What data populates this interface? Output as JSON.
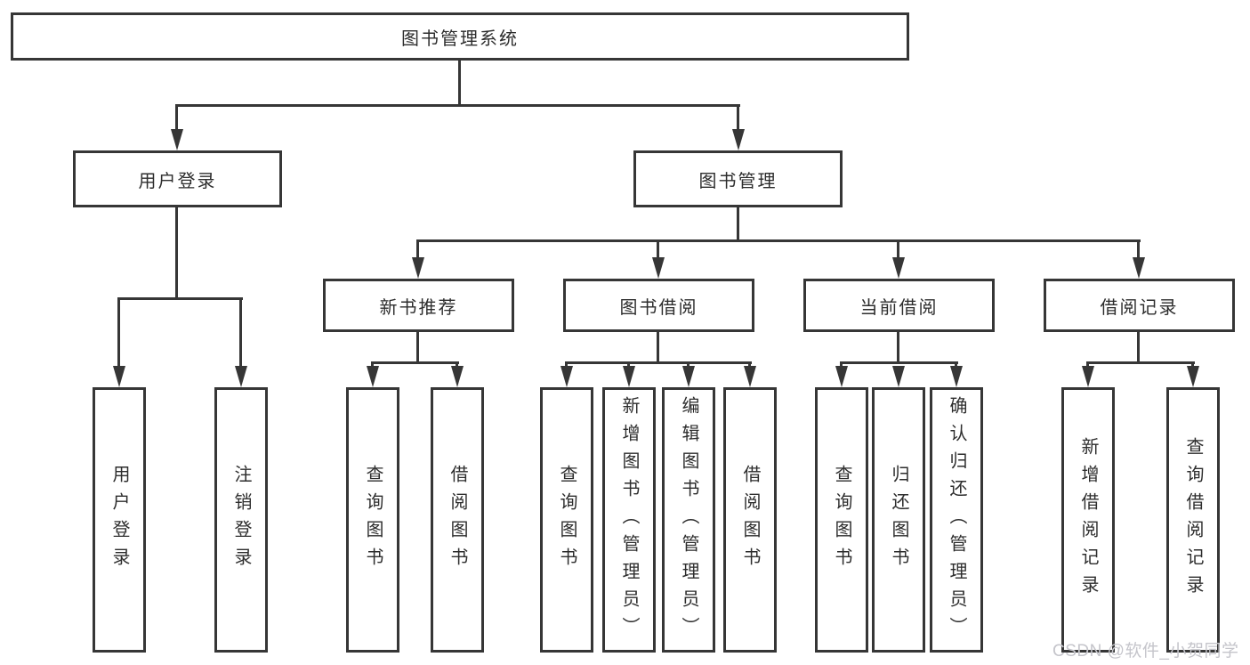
{
  "colors": {
    "line": "#363636",
    "text": "#2d2d2d",
    "background": "#ffffff",
    "watermark": "#c5c5cb"
  },
  "watermark": {
    "text": "CSDN @软件_小贺同学"
  },
  "tree": {
    "root": {
      "label": "图书管理系统"
    },
    "branches": [
      {
        "label": "用户登录",
        "children": [
          {
            "label": "用户登录"
          },
          {
            "label": "注销登录"
          }
        ]
      },
      {
        "label": "图书管理",
        "children": [
          {
            "label": "新书推荐",
            "children": [
              {
                "label": "查询图书"
              },
              {
                "label": "借阅图书"
              }
            ]
          },
          {
            "label": "图书借阅",
            "children": [
              {
                "label": "查询图书"
              },
              {
                "label": "新增图书（管理员）"
              },
              {
                "label": "编辑图书（管理员）"
              },
              {
                "label": "借阅图书"
              }
            ]
          },
          {
            "label": "当前借阅",
            "children": [
              {
                "label": "查询图书"
              },
              {
                "label": "归还图书"
              },
              {
                "label": "确认归还（管理员）"
              }
            ]
          },
          {
            "label": "借阅记录",
            "children": [
              {
                "label": "新增借阅记录"
              },
              {
                "label": "查询借阅记录"
              }
            ]
          }
        ]
      }
    ]
  }
}
